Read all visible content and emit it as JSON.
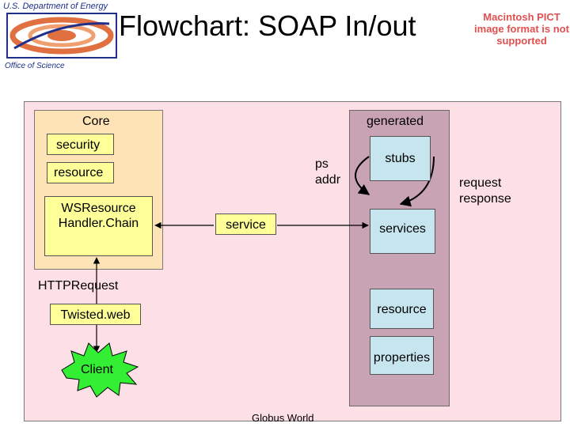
{
  "header": {
    "org_name": "U.S. Department of Energy",
    "office_name": "Office of Science",
    "title": "Flowchart: SOAP In/out",
    "pict_notice": "Macintosh PICT image format is not supported"
  },
  "diagram": {
    "core_label": "Core",
    "generated_label": "generated",
    "security": "security",
    "resource_core": "resource",
    "handler_line1": "WSResource",
    "handler_line2": "Handler.Chain",
    "service": "service",
    "stubs": "stubs",
    "services": "services",
    "ps_line1": "ps",
    "ps_line2": "addr",
    "request": "request",
    "response": "response",
    "http_request": "HTTPRequest",
    "twisted_web": "Twisted.web",
    "resource_gen": "resource",
    "properties": "properties",
    "client": "Client",
    "footer": "Globus World"
  },
  "colors": {
    "canvas": "#fde0e6",
    "core": "#fde3b5",
    "generated": "#c8a3b3",
    "yellow_box": "#ffff99",
    "cyan_box": "#c6e5ee",
    "client_star": "#33ee33",
    "logo_red": "#e07040",
    "logo_blue": "#1f2f8a",
    "pict_text": "#e05050"
  },
  "icons": {
    "logo": "doe-logo-icon",
    "client": "starburst-icon"
  }
}
